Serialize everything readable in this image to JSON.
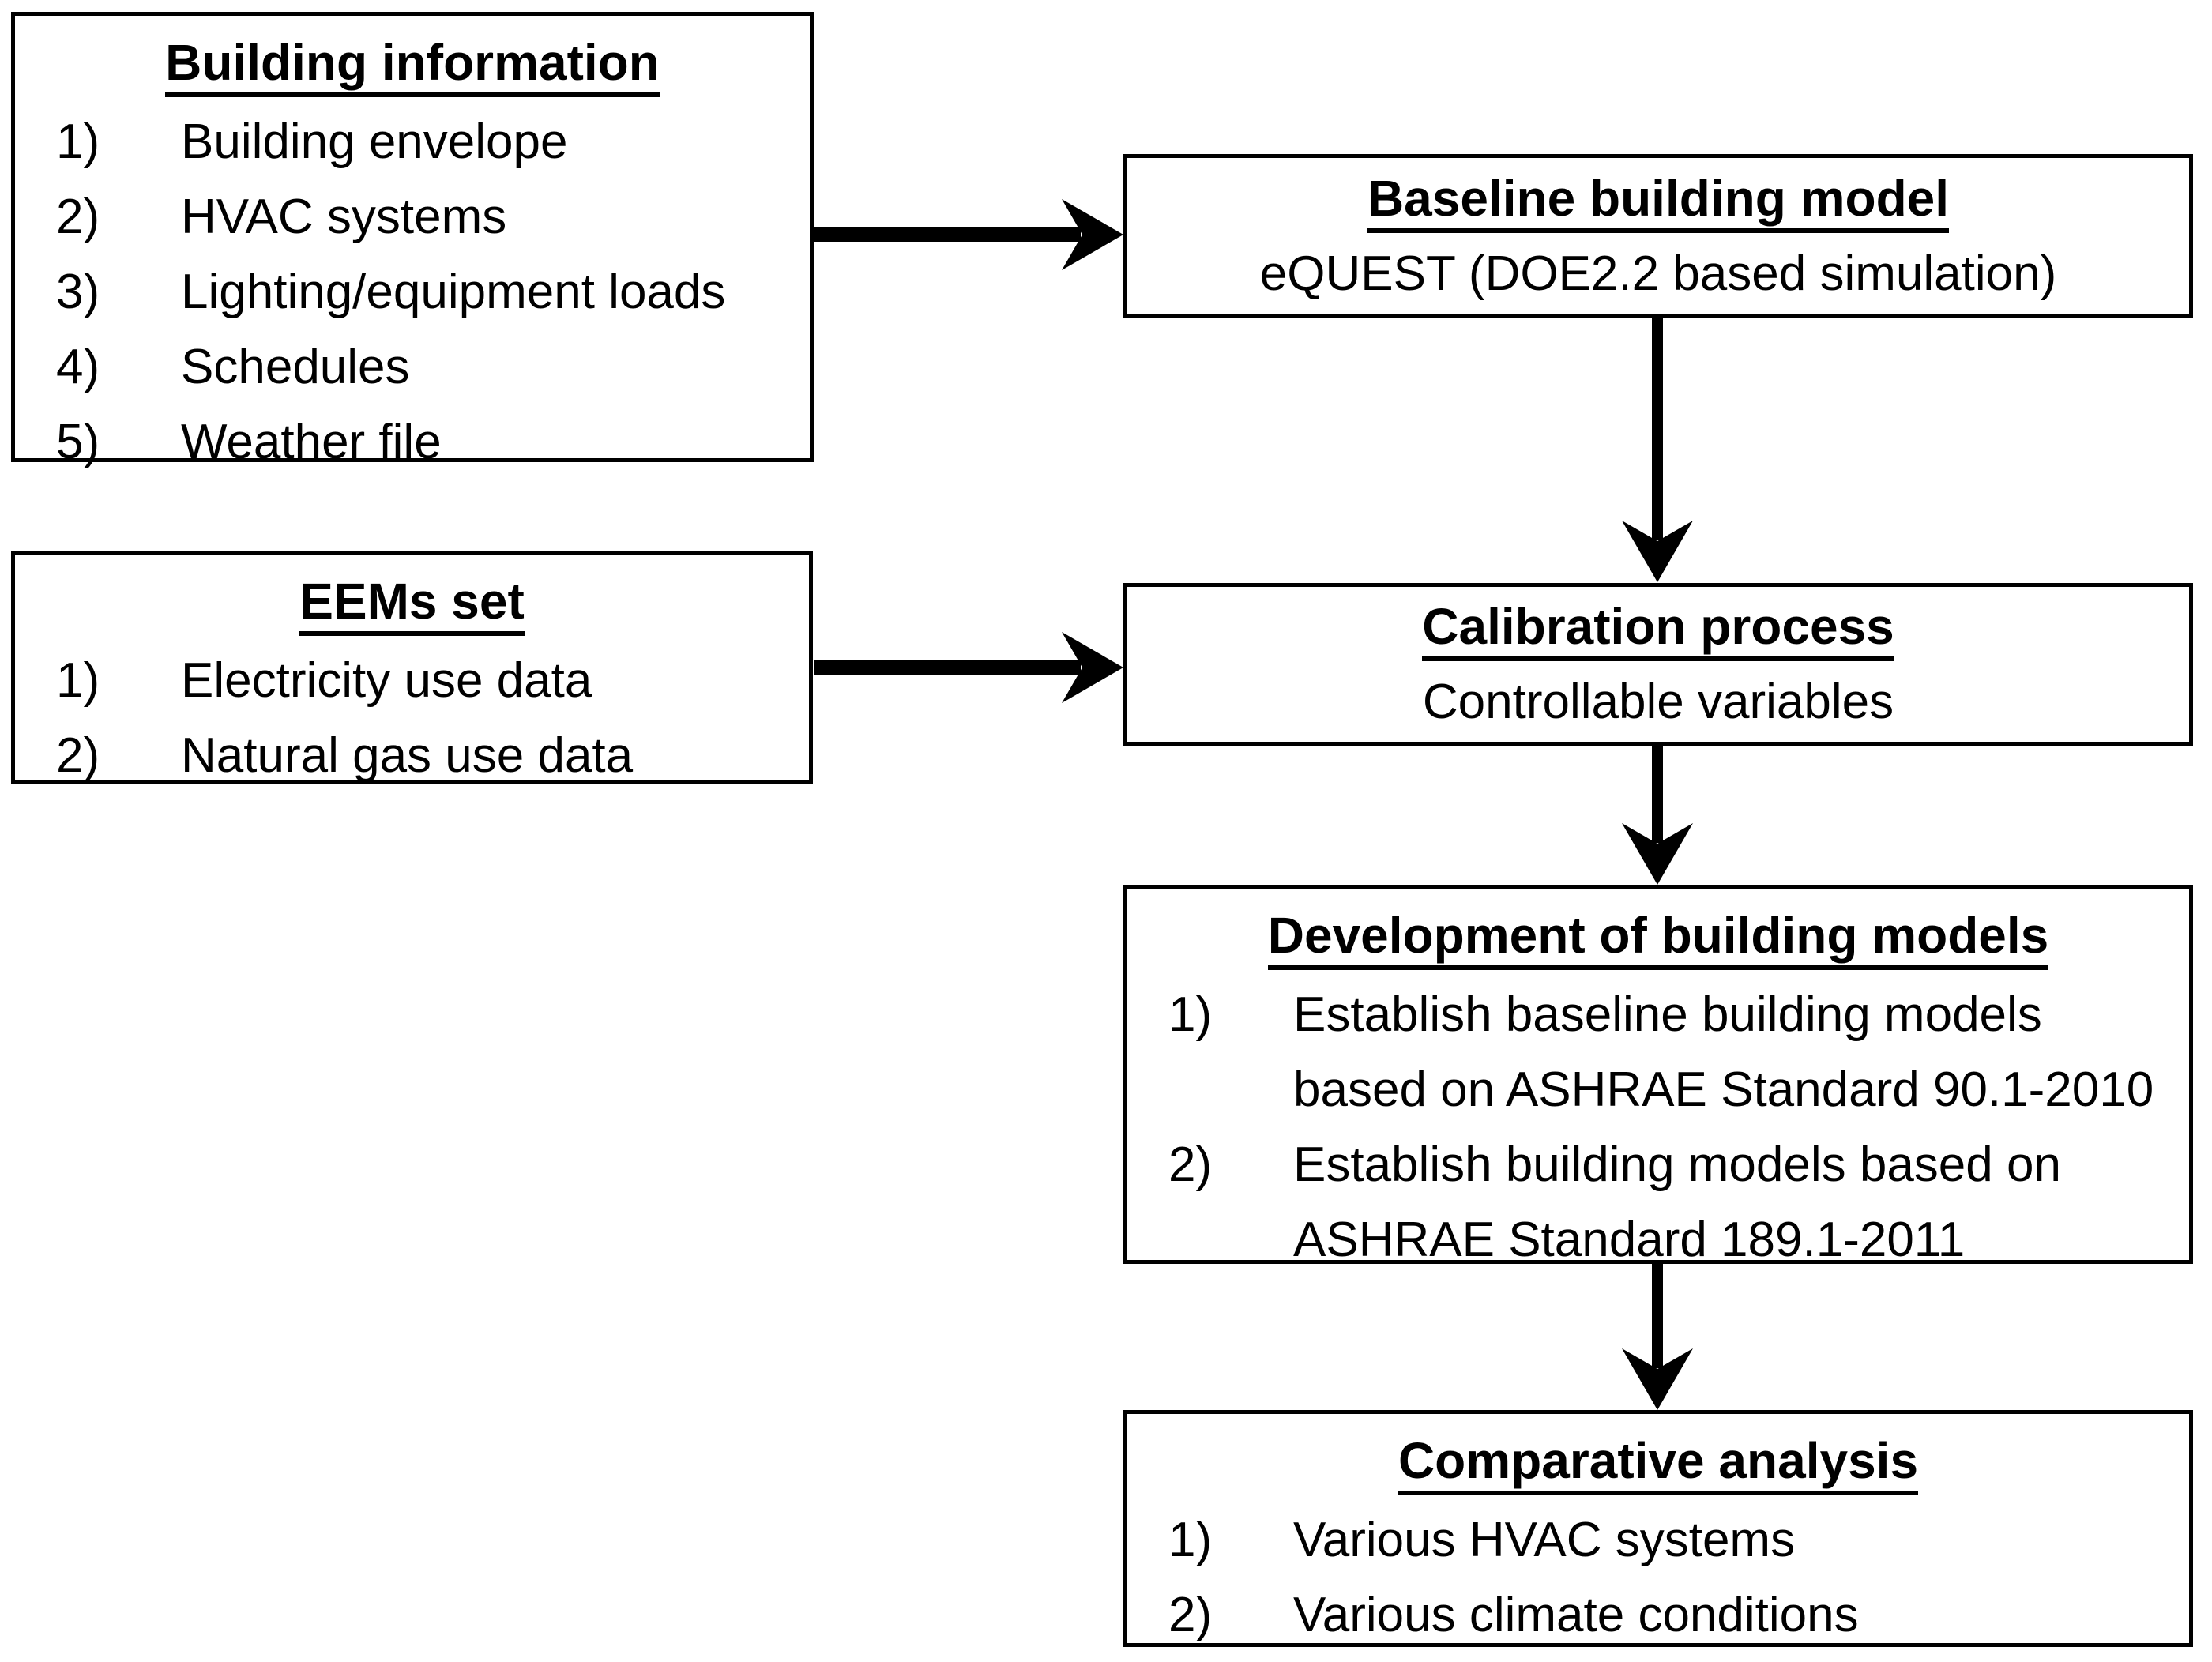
{
  "diagram": {
    "boxes": {
      "building_information": {
        "title": "Building information",
        "items": [
          "Building envelope",
          "HVAC systems",
          "Lighting/equipment loads",
          "Schedules",
          "Weather file"
        ]
      },
      "baseline_building_model": {
        "title": "Baseline building model",
        "subtitle": "eQUEST (DOE2.2 based simulation)"
      },
      "eems_set": {
        "title": "EEMs set",
        "items": [
          "Electricity use data",
          "Natural gas use data"
        ]
      },
      "calibration_process": {
        "title": "Calibration process",
        "subtitle": "Controllable variables"
      },
      "development_of_building_models": {
        "title": "Development of building models",
        "items": [
          "Establish baseline building models based on ASHRAE Standard 90.1-2010",
          "Establish building models based on ASHRAE Standard 189.1-2011"
        ]
      },
      "comparative_analysis": {
        "title": "Comparative analysis",
        "items": [
          "Various HVAC systems",
          "Various climate conditions"
        ]
      }
    },
    "colors": {
      "background": "#ffffff",
      "border": "#000000",
      "text": "#000000",
      "arrow": "#000000"
    }
  }
}
